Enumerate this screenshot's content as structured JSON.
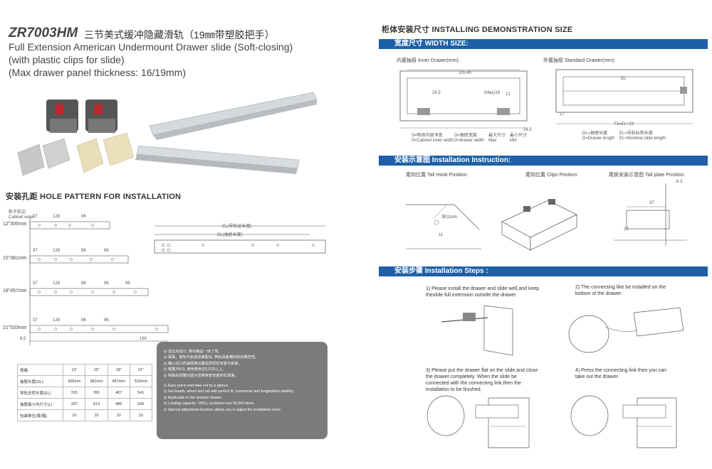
{
  "header": {
    "model": "ZR7003HM",
    "cn_title": "三节美式缓冲隐藏滑轨（19㎜带塑胶把手）",
    "en_line1": "Full  Extension American Undermount Drawer slide (Soft-closing)",
    "en_line2": "(with plastic clips for slide)",
    "en_line3": "(Max drawer panel thickness: 16/19mm)"
  },
  "hole_pattern": {
    "title": "安装孔距  HOLE PATTERN FOR INSTALLATION",
    "cabinet_edge_label_cn": "柜子前边",
    "cabinet_edge_label_en": "Cabinet edge",
    "rows": [
      {
        "size": "12\"305mm",
        "dims": [
          "37",
          "128",
          "96"
        ]
      },
      {
        "size": "15\"381mm",
        "dims": [
          "37",
          "128",
          "96",
          "96"
        ]
      },
      {
        "size": "18\"457mm",
        "dims": [
          "37",
          "128",
          "96",
          "96",
          "96"
        ]
      },
      {
        "size": "21\"533mm",
        "dims": [
          "37",
          "128",
          "96",
          "96",
          "160"
        ]
      }
    ],
    "bottom_dim": "6.5",
    "el_label": "EL(导轨总长度)",
    "dl_label": "DL(抽屉长度)"
  },
  "spec_table": {
    "header": [
      "规格",
      "12\"",
      "15\"",
      "18\"",
      "21\""
    ],
    "rows": [
      [
        "抽屉长度(DL)",
        "305mm",
        "381mm",
        "457mm",
        "533mm"
      ],
      [
        "导轨总转长度(EL)",
        "315",
        "391",
        "467",
        "541"
      ],
      [
        "抽屉最小内尺寸(L)",
        "337",
        "413",
        "489",
        "565"
      ],
      [
        "包装单位(套/箱)",
        "10",
        "10",
        "10",
        "10"
      ]
    ]
  },
  "features": {
    "cn": [
      "◎ 全拉出设计, 将内物品一目了然。",
      "◎ 珠珠、胶轮与轨道完美配合, 带轨具备横向纵向稳定性。",
      "◎ 精心设计的抽屉接合器是您轻松安装与拆卸。",
      "◎ 载重25KG, 使用寿命达5万次以上。",
      "◎ 特殊的调整功能为您带来智安装时的调通。"
    ],
    "en": [
      "◎ Easy put-in and take-out by a glance.",
      "◎ Gel beads, wheel and rail with perfect fit, transverse and longitudinal stability.",
      "◎ Applicable to the wooden drawer.",
      "◎ Loading capacity: 25KG, cycletest over 50,000 times.",
      "◎ Special adjustment function allows you to adjust the installation erros"
    ]
  },
  "right": {
    "title": "柜体安装尺寸 INSTALLING DEMONSTRATION SIZE",
    "width_bar": "宽度尺寸 WIDTH SIZE:",
    "inner_drawer": "内置抽屉 Inner Drawer(mm):",
    "standard_drawer": "外置抽屉 Standard Drawer(mm):",
    "ds45": "DS-45",
    "max19": "(Max)19",
    "d_12": "12",
    "d_265": "26.5",
    "d_245": "24.5",
    "d_17": "17",
    "el": "EL",
    "tl": "T1=EL+23",
    "legend_left": [
      [
        "S=柜体内部净宽",
        "S=Cabinet inner width"
      ],
      [
        "D=抽屉宽度",
        "D=drawer width"
      ],
      [
        "最大尺寸",
        "Max"
      ],
      [
        "最小尺寸",
        "Min"
      ]
    ],
    "legend_right": [
      [
        "DL=抽屉长度",
        "D=Drawer length"
      ],
      [
        "EL=导轨标称长度",
        "EL=Nominal slide length"
      ]
    ],
    "install_bar": "安装示意图 Installation Instruction:",
    "tail_hook": "尾钩位置 Tail Hook Position:",
    "clips": "尾钩位置 Clips Position:",
    "tail_plate": "尾板安装示意图 Tail plate Position:",
    "d_63": "6.3",
    "d_37": "37",
    "d_20": "20",
    "d_11": "11",
    "deep11": "深11mm",
    "steps_bar": "安装步骤 Installation Steps :",
    "steps": [
      "1) Please install the drawer and slide well,and keep theslide full extension outside the drawer.",
      "2) The connecting like be installed on the bottom of the drawer.",
      "3) Please put the drawer flat on the slide,and close the drawer completely. When the slide be connected with the connecting link,then the installation to be finished.",
      "4) Press the connecting link then you can take out the drawer."
    ]
  }
}
